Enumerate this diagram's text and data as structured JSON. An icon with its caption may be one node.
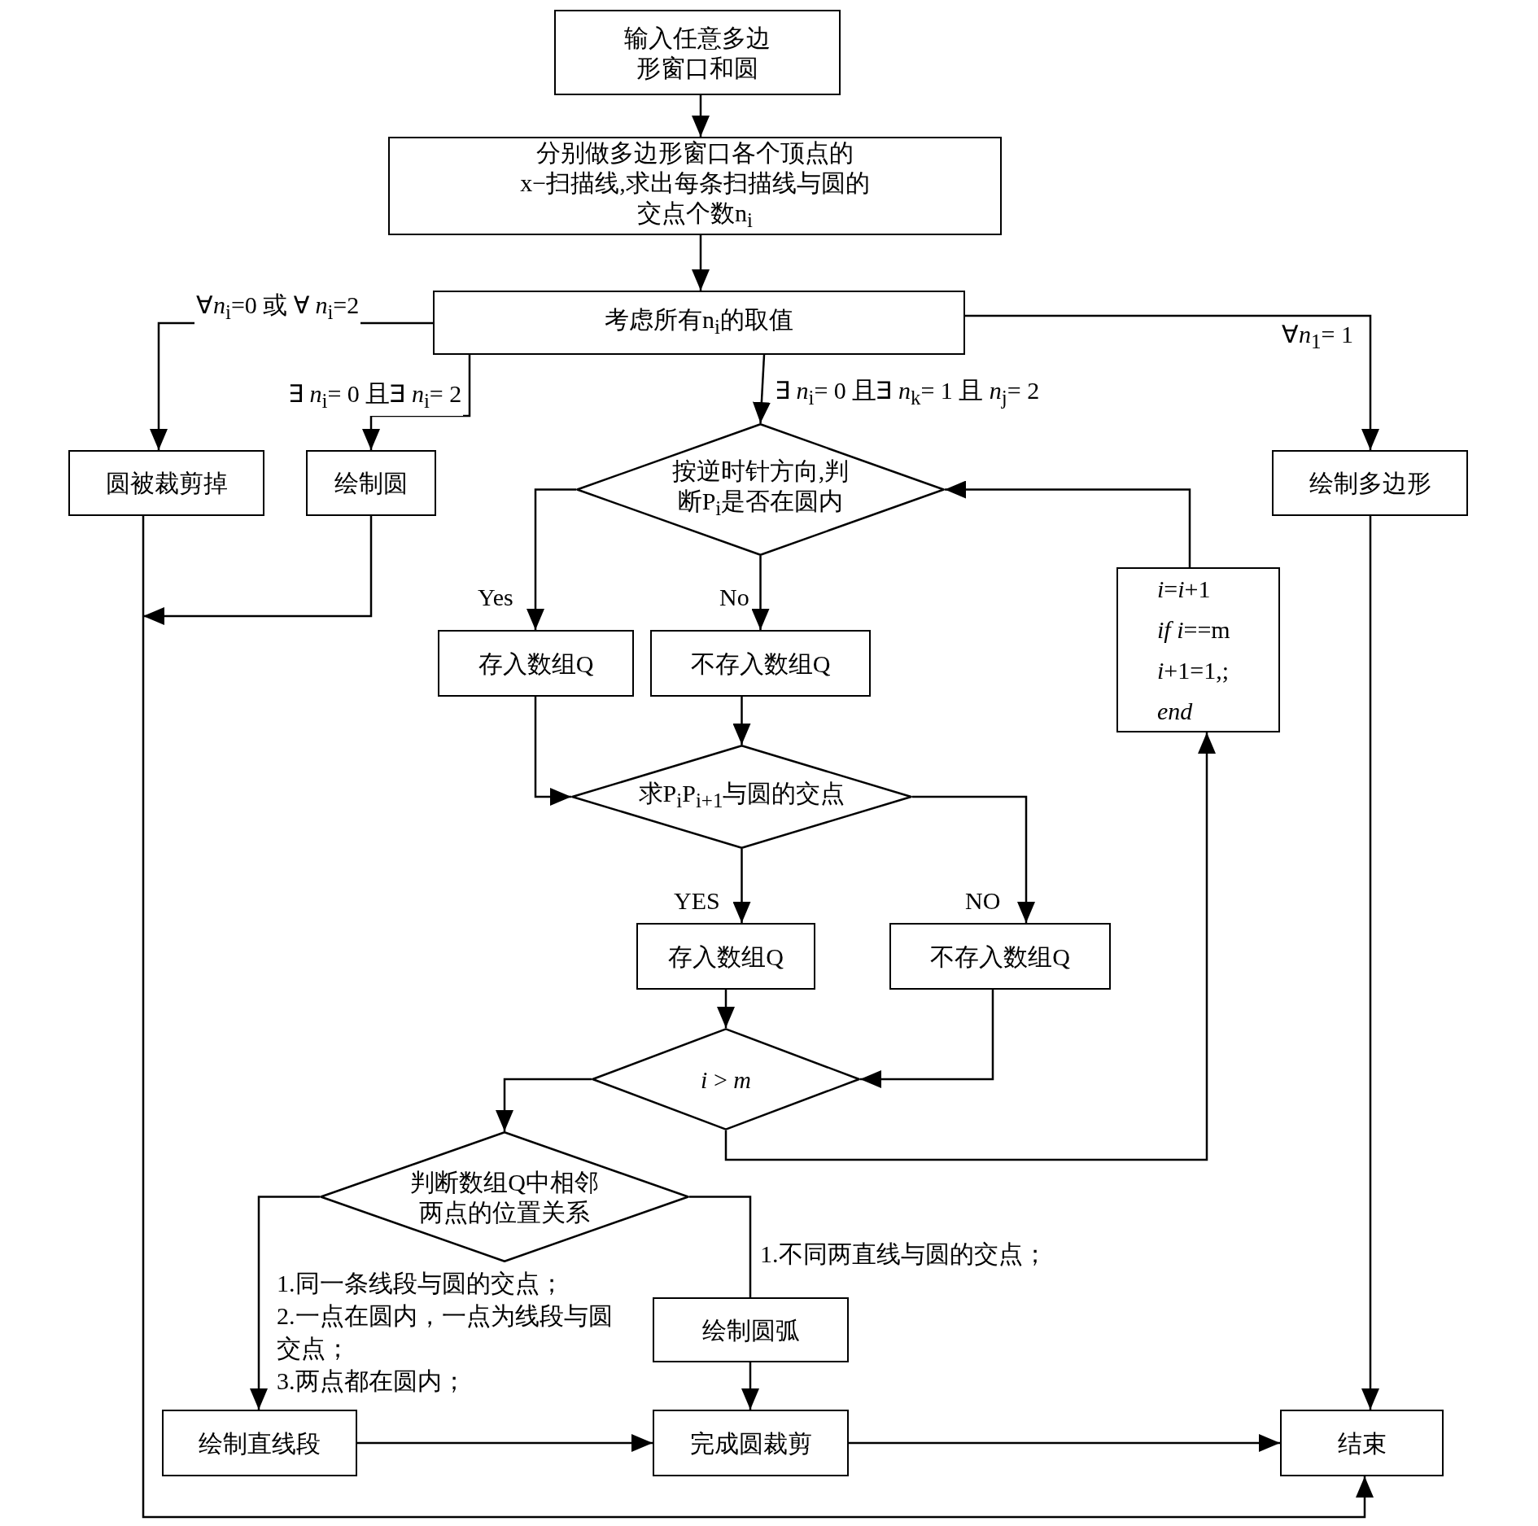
{
  "diagram": {
    "nodes": [
      {
        "text": [
          "输入任意多边形窗口和圆"
        ]
      },
      {
        "text": [
          "分别做多边形窗口各个顶点的x−扫描线,求出每条扫描线与圆的交点个数n$_{i}$"
        ]
      },
      {
        "text": [
          "考虑所有n$_{i}$的取值"
        ]
      },
      {
        "text": [
          "圆被裁剪掉"
        ]
      },
      {
        "text": [
          "绘制圆"
        ]
      },
      {
        "text": [
          "按逆时针方向,判断P$_{i}$是否在圆内"
        ]
      },
      {
        "text": [
          "绘制多边形"
        ]
      },
      {
        "text": [
          "存入数组Q"
        ]
      },
      {
        "text": [
          "不存入数组Q"
        ]
      },
      {
        "text": [
          "*i*=*i*+1",
          "*if* *i*==m",
          "*i*+1=1,;",
          "end"
        ]
      },
      {
        "text": [
          "求P$_{i}$P$_{i+1}$与圆的交点"
        ]
      },
      {
        "text": [
          "存入数组Q"
        ]
      },
      {
        "text": [
          "不存入数组Q"
        ]
      },
      {
        "text": [
          "*i* > *m*"
        ]
      },
      {
        "text": [
          "判断数组Q中相邻两点的位置关系"
        ]
      },
      {
        "text": [
          "绘制圆弧"
        ]
      },
      {
        "text": [
          "绘制直线段"
        ]
      },
      {
        "text": [
          "完成圆裁剪"
        ]
      },
      {
        "text": [
          "结束"
        ]
      }
    ],
    "edges": [
      {
        "from": 0,
        "to": 1,
        "arrow": "to"
      },
      {
        "from": 1,
        "to": 2,
        "arrow": "to"
      },
      {
        "from": 2,
        "to": 3,
        "arrow": "to",
        "label": "∀*n*$_{i}$=0 或 ∀ *n*$_{i}$=2"
      },
      {
        "from": 2,
        "to": 4,
        "arrow": "to",
        "label": "∃ *n*$_{i}$= 0 且∃ *n*$_{i}$= 2"
      },
      {
        "from": 2,
        "to": 5,
        "arrow": "to",
        "label": "∃ *n*$_{i}$= 0 且∃ *n*$_{k}$= 1 且 *n*$_{j}$= 2"
      },
      {
        "from": 2,
        "to": 6,
        "arrow": "to",
        "label": "∀*n*$_{1}$= 1"
      },
      {
        "from": 5,
        "to": 7,
        "arrow": "to",
        "label": "Yes"
      },
      {
        "from": 5,
        "to": 8,
        "arrow": "to",
        "label": "No"
      },
      {
        "from": 7,
        "to": 10,
        "arrow": "to"
      },
      {
        "from": 8,
        "to": 10,
        "arrow": "to"
      },
      {
        "from": 10,
        "to": 11,
        "arrow": "to",
        "label": "YES"
      },
      {
        "from": 10,
        "to": 12,
        "arrow": "to",
        "label": "NO"
      },
      {
        "from": 11,
        "to": 13,
        "arrow": "to"
      },
      {
        "from": 12,
        "to": 13,
        "arrow": "to"
      },
      {
        "from": 13,
        "to": 14,
        "arrow": "to"
      },
      {
        "from": 13,
        "to": 9,
        "arrow": "to"
      },
      {
        "from": 9,
        "to": 5,
        "arrow": "to"
      },
      {
        "from": 14,
        "to": 16,
        "arrow": "to",
        "label": "1.同一条线段与圆的交点； 2.一点在圆内，一点为线段与圆交点； 3.两点都在圆内；"
      },
      {
        "from": 14,
        "to": 15,
        "arrow": "none",
        "label": "1.不同两直线与圆的交点；"
      },
      {
        "from": 15,
        "to": 17,
        "arrow": "to"
      },
      {
        "from": 16,
        "to": 17,
        "arrow": "to"
      },
      {
        "from": 17,
        "to": 18,
        "arrow": "to"
      },
      {
        "from": 6,
        "to": 18,
        "arrow": "to"
      },
      {
        "from": 3,
        "to": 18,
        "arrow": "to"
      },
      {
        "from": 4,
        "to": 18,
        "arrow": "to"
      }
    ]
  }
}
